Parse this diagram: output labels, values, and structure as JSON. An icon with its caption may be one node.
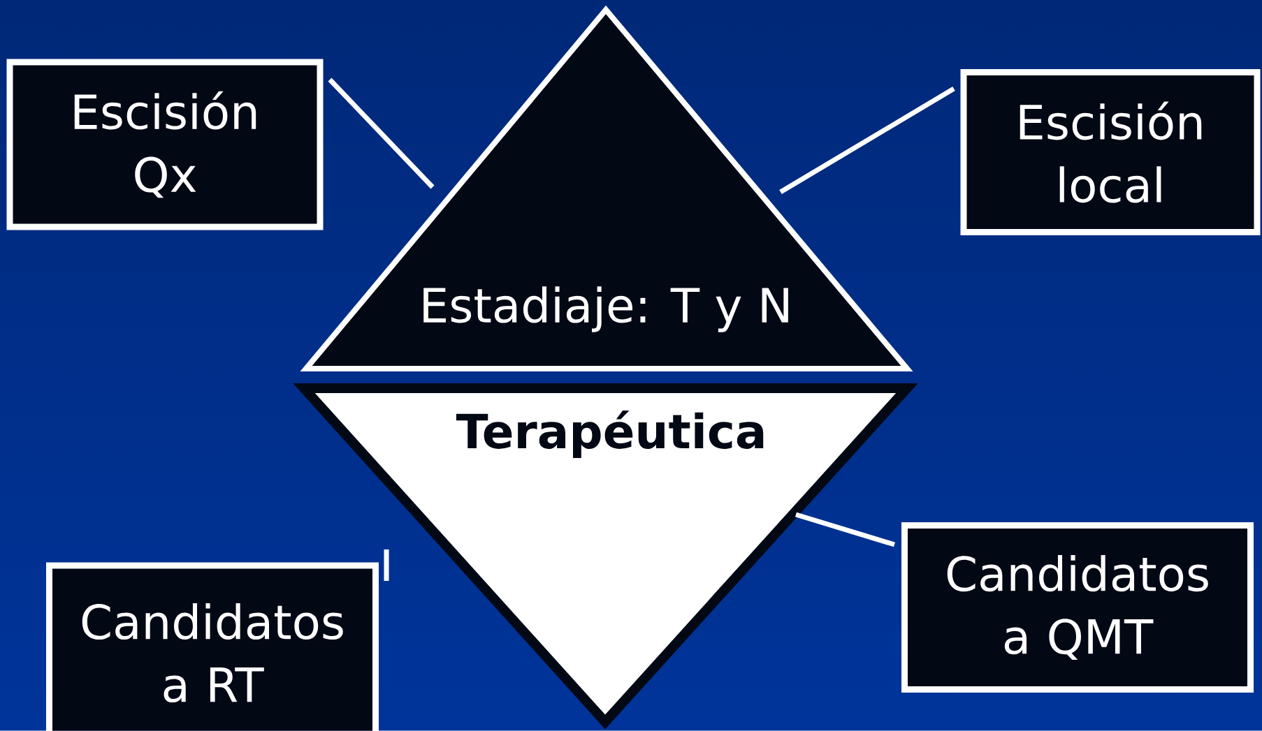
{
  "diagram": {
    "nodes": [
      {
        "text": [
          "Escisión Qx"
        ]
      },
      {
        "text": [
          "Escisión local"
        ]
      },
      {
        "text": [
          "Estadiaje: T y N"
        ]
      },
      {
        "text": [
          "Terapéutica"
        ]
      },
      {
        "text": [
          "Candidatos a QMT"
        ]
      },
      {
        "text": [
          "Candidatos a RT"
        ]
      }
    ],
    "edges": [
      {
        "from": 0,
        "to": 2,
        "arrow": "none"
      },
      {
        "from": 1,
        "to": 2,
        "arrow": "none"
      },
      {
        "from": 4,
        "to": 3,
        "arrow": "none"
      }
    ]
  }
}
